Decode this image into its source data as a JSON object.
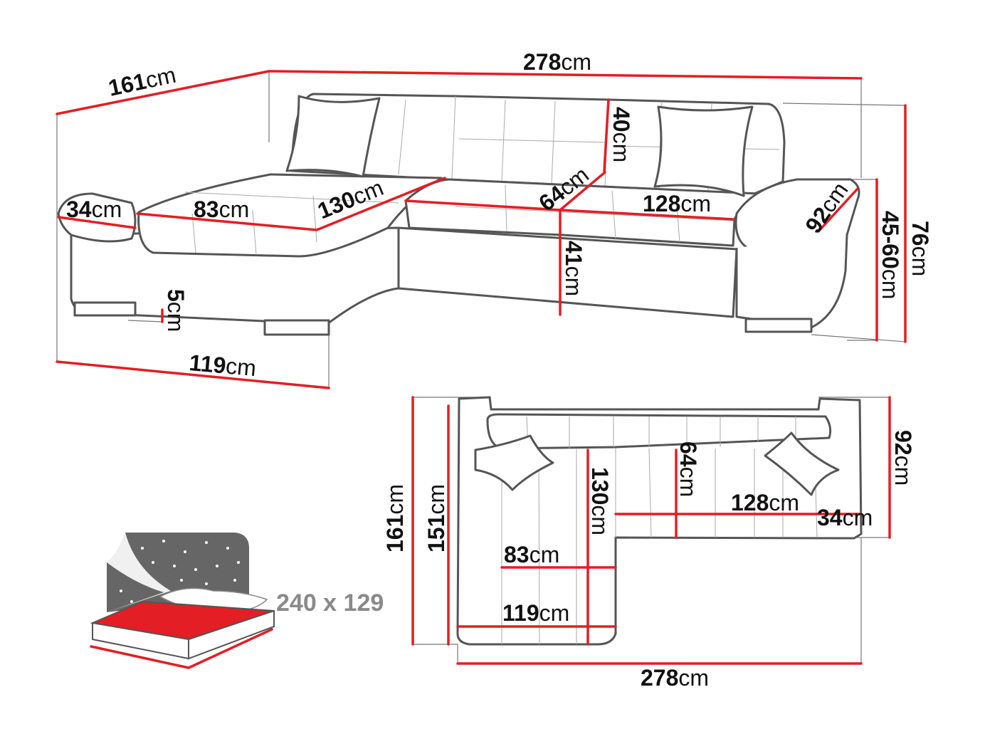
{
  "colors": {
    "dimension_line": "#e31e24",
    "outline": "#555555",
    "bed_text": "#8a8a8a",
    "bed_mattress": "#e31e24"
  },
  "perspective": {
    "width": {
      "value": "278",
      "unit": "cm"
    },
    "depth": {
      "value": "161",
      "unit": "cm"
    },
    "backrest_height": {
      "value": "40",
      "unit": "cm"
    },
    "back_depth": {
      "value": "64",
      "unit": "cm"
    },
    "seat_width": {
      "value": "128",
      "unit": "cm"
    },
    "armrest_depth": {
      "value": "92",
      "unit": "cm"
    },
    "armrest_height": {
      "value": "45-60",
      "unit": "cm"
    },
    "total_height": {
      "value": "76",
      "unit": "cm"
    },
    "left_arm": {
      "value": "34",
      "unit": "cm"
    },
    "chaise_width": {
      "value": "83",
      "unit": "cm"
    },
    "chaise_length": {
      "value": "130",
      "unit": "cm"
    },
    "seat_height": {
      "value": "41",
      "unit": "cm"
    },
    "leg_height": {
      "value": "5",
      "unit": "cm"
    },
    "chaise_total": {
      "value": "119",
      "unit": "cm"
    }
  },
  "top_view": {
    "depth_total": {
      "value": "161",
      "unit": "cm"
    },
    "depth_inner": {
      "value": "151",
      "unit": "cm"
    },
    "chaise_length": {
      "value": "130",
      "unit": "cm"
    },
    "seat_depth": {
      "value": "64",
      "unit": "cm"
    },
    "seat_width": {
      "value": "128",
      "unit": "cm"
    },
    "arm_width": {
      "value": "34",
      "unit": "cm"
    },
    "back_depth": {
      "value": "92",
      "unit": "cm"
    },
    "chaise_width": {
      "value": "83",
      "unit": "cm"
    },
    "chaise_total": {
      "value": "119",
      "unit": "cm"
    },
    "width": {
      "value": "278",
      "unit": "cm"
    }
  },
  "bed": {
    "icon": "bed-function-icon",
    "size": "240 x 129"
  }
}
